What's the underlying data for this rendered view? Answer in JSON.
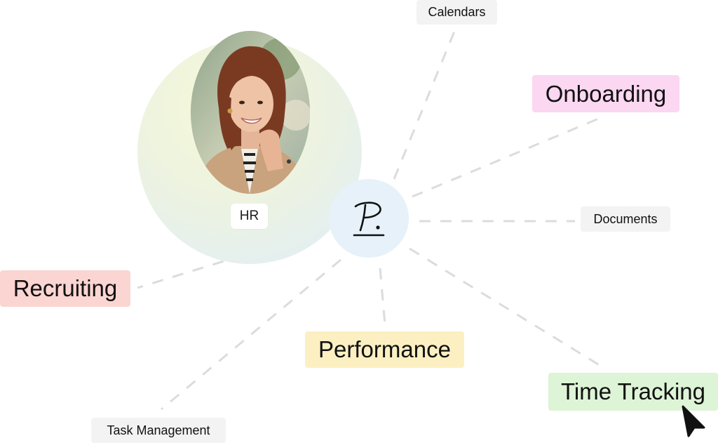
{
  "hub": {
    "logo_text": "P.",
    "center_icon": "signature-p-logo-icon"
  },
  "person": {
    "badge": "HR",
    "photo_icon": "hr-person-photo"
  },
  "nodes": {
    "calendars": "Calendars",
    "onboarding": "Onboarding",
    "documents": "Documents",
    "recruiting": "Recruiting",
    "performance": "Performance",
    "time_tracking": "Time Tracking",
    "task_management": "Task Management"
  },
  "colors": {
    "onboarding": "#fbd7f1",
    "recruiting": "#fad5d2",
    "performance": "#fcf0c2",
    "time_tracking": "#ddf4d6",
    "neutral_tag": "#f3f3f3",
    "hub": "#e6f1f9",
    "connector": "#dcdcdc"
  },
  "cursor": {
    "icon": "arrow-cursor-icon"
  }
}
